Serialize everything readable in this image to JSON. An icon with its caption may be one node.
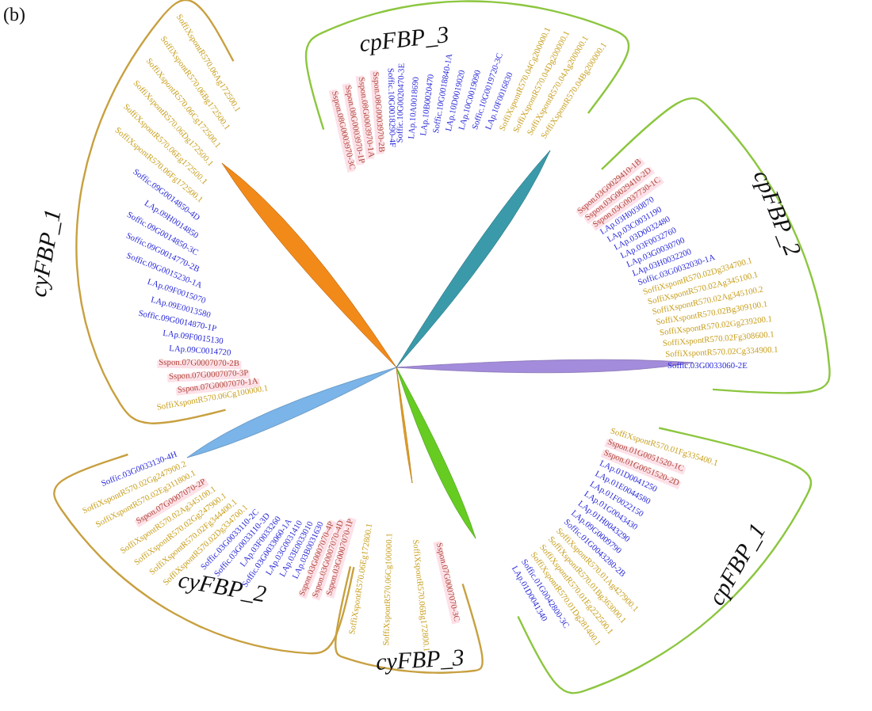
{
  "diagram": {
    "labels": [
      "(b)",
      "cyFBP_1",
      "SoffiXspontR570.06Ag172500.1",
      "SoffiXspontR570.06Bg172500.1",
      "SoffiXspontR570.06Cg172500.1",
      "SoffiXspontR570.06Dg172500.1",
      "SoffiXspontR570.06Eg172500.1",
      "SoffiXspontR570.06Fg172500.1",
      "Soffic.09G0014850-4D",
      "LAp.09H0014850",
      "Soffic.09G0014850-3C",
      "Soffic.09G0014770-2B",
      "Soffic.09G0015230-1A",
      "LAp.09F0015070",
      "LAp.09E0013580",
      "Soffic.09G0014870-1P",
      "LAp.09F0015130",
      "LAp.09C0014720",
      "Sspon.07G0007070-2B",
      "Sspon.07G0007070-3P",
      "Sspon.07G0007070-1A",
      "SoffiXspontR570.06Cg100000.1",
      "cpFBP_3",
      "Sspon.08G0003970-3C",
      "Sspon.08G0003970-1P",
      "Sspon.08G0003970-1A",
      "Sspon.08G0003970-2B",
      "Soffic.10G0018290-4F",
      "Soffic.10G0020470-3E",
      "LAp.10A0018690",
      "LAp.10B0020470",
      "Soffic.10G0018840-1A",
      "LAp.10D0019020",
      "LAp.10C0019090",
      "Soffic.10G0019720-3C",
      "LAp.10F0016830",
      "SoffiXspontR570.04Cg200000.1",
      "SoffiXspontR570.04Dg200000.1",
      "SoffiXspontR570.04Ag200000.1",
      "SoffiXspontR570.04Bg200000.1",
      "cpFBP_2",
      "Sspon.03G0029410-1B",
      "Sspon.03G0029410-2D",
      "Sspon.03G0037730-1C",
      "LAp.03H0030870",
      "LAp.03C0031190",
      "LAp.03D0032480",
      "LAp.03F0032760",
      "LAp.03G0030700",
      "LAp.03H0032200",
      "Soffic.03G0032030-1A",
      "SoffiXspontR570.02Dg334700.1",
      "SoffiXspontR570.02Ag345100.1",
      "SoffiXspontR570.02Ag345100.2",
      "SoffiXspontR570.02Bg309100.1",
      "SoffiXspontR570.02Gg239200.1",
      "SoffiXspontR570.02Fg308600.1",
      "SoffiXspontR570.02Cg334900.1",
      "Soffic.03G0033060-2E",
      "cpFBP_1",
      "SoffiXspontR570.01Fg335400.1",
      "Sspon.01G0051520-1C",
      "Sspon.01G0051520-2D",
      "LAp.01D0041250",
      "LAp.01E0044580",
      "LAp.01F0022150",
      "LAp.01G0043430",
      "LAp.01H0043290",
      "LAp.09G0009790",
      "Soffic.01G0043280-2B",
      "SoffiXspontR570.01Ag427900.1",
      "SoffiXspontR570.01Bg363000.1",
      "SoffiXspontR570.01Eg222500.1",
      "SoffiXspontR570.01Dg281400.1",
      "Soffic.01G0042800-3C",
      "LAp.01D0041340",
      "cyFBP_3",
      "SoffiXspontR570.06Eg172800.1",
      "SoffiXspontR570.06Cg100000.1",
      "SoffiXspontR570.06Bg172800.1",
      "Sspon.07G0007070-3C",
      "cyFBP_2",
      "Soffic.03G0033130-4H",
      "SoffiXspontR570.02Gg247900.2",
      "SoffiXspontR570.02Eg311800.1",
      "Sspon.07G0007070-2P",
      "SoffiXspontR570.02Ag345100.1",
      "SoffiXspontR570.02Gg247900.1",
      "SoffiXspontR570.02Fg344400.1",
      "SoffiXspontR570.02Dg334700.1",
      "Soffic.03G0033110-2C",
      "Soffic.03G0033110-3D",
      "LAp.03F0033260",
      "Soffic.03G0033060-1A",
      "LAp.03G0031410",
      "LAp.03E0033010",
      "LAp.03B0031630",
      "Sspon.03G0007070-4P",
      "Sspon.03G0007070-4D",
      "Sspon.03G0007070-1P"
    ]
  }
}
